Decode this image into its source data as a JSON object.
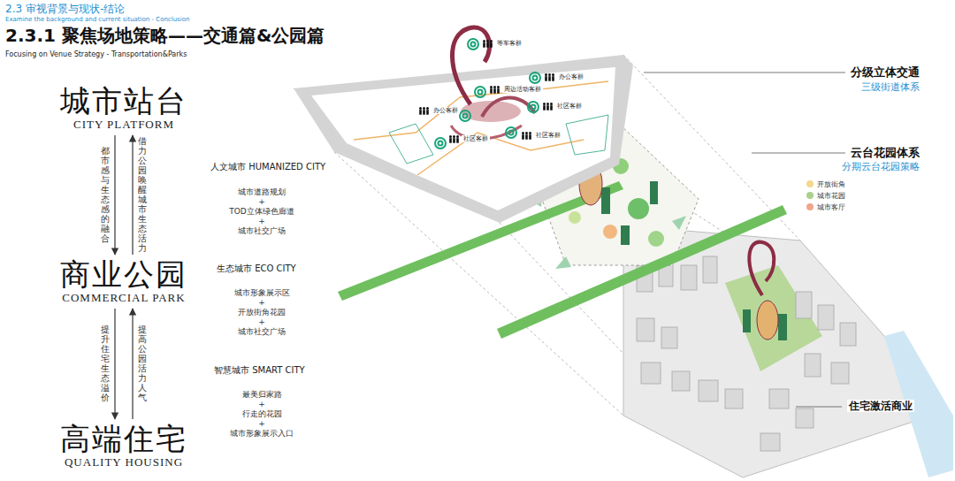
{
  "diagram": {
    "title": "2.3.1 聚焦场地策略——交通篇&公园篇",
    "nodes": [
      {
        "text": [
          "城市站台",
          "CITY PLATFORM"
        ]
      },
      {
        "text": [
          "商业公园",
          "COMMERCIAL PARK"
        ]
      },
      {
        "text": [
          "高端住宅",
          "QUALITY HOUSING"
        ]
      }
    ],
    "edges": [
      {
        "from": 0,
        "to": 1,
        "arrow": "to",
        "label": "都市感与生态感的融合"
      },
      {
        "from": 1,
        "to": 0,
        "arrow": "to",
        "label": "借力公园唤醒城市生态活力"
      },
      {
        "from": 1,
        "to": 2,
        "arrow": "to",
        "label": "提升住宅生态溢价"
      },
      {
        "from": 2,
        "to": 1,
        "arrow": "to",
        "label": "提高公园活力人气"
      }
    ],
    "labels": [
      "2.3 审视背景与现状-结论",
      "Examine the background and current situation - Conclusion",
      "Focusing on Venue Strategy - Transportation&Parks",
      "人文城市 HUMANIZED CITY",
      "城市道路规划",
      "+",
      "TOD立体绿色廊道",
      "+",
      "城市社交广场",
      "生态城市 ECO CITY",
      "城市形象展示区",
      "+",
      "开放街角花园",
      "+",
      "城市社交广场",
      "智慧城市 SMART CITY",
      "最美归家路",
      "+",
      "行走的花园",
      "+",
      "城市形象展示入口",
      "分级立体交通",
      "三级街道体系",
      "云台花园体系",
      "分期云台花园策略",
      "住宅激活商业",
      "等车客群",
      "周边活动客群",
      "办公客群",
      "办公客群",
      "社区客群",
      "社区客群",
      "社区客群"
    ],
    "legend": [
      {
        "text": "开放街角",
        "color": "#f3d98e"
      },
      {
        "text": "城市花园",
        "color": "#a9d18e"
      },
      {
        "text": "城市客厅",
        "color": "#f0a58c"
      }
    ]
  }
}
